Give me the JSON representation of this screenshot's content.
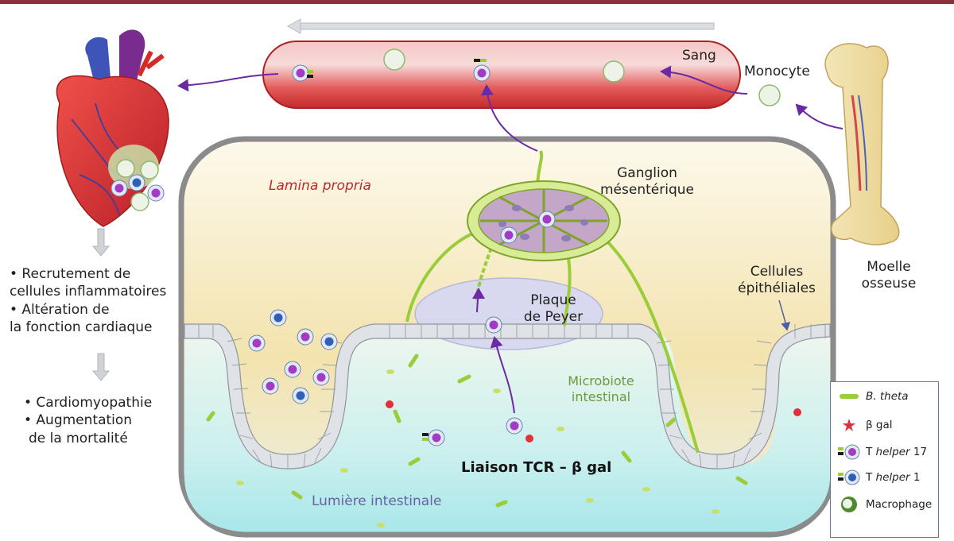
{
  "labels": {
    "sang": "Sang",
    "monocyte": "Monocyte",
    "ganglion_1": "Ganglion",
    "ganglion_2": "mésentérique",
    "lamina_propria": "Lamina propria",
    "moelle_1": "Moelle",
    "moelle_2": "osseuse",
    "cellules_1": "Cellules",
    "cellules_2": "épithéliales",
    "plaque_1": "Plaque",
    "plaque_2": "de Peyer",
    "microbiote_1": "Microbiote",
    "microbiote_2": "intestinal",
    "liaison": "Liaison TCR – β gal",
    "lumiere": "Lumière intestinale"
  },
  "heart_effects": [
    "• Recrutement de",
    "cellules inflammatoires",
    "• Altération de",
    "la fonction cardiaque"
  ],
  "outcomes": [
    "• Cardiomyopathie",
    "• Augmentation",
    "de la mortalité"
  ],
  "legend": [
    {
      "icon": "bacteria-icon",
      "prefix": "",
      "italic": "B. theta",
      "suffix": ""
    },
    {
      "icon": "beta-gal-icon",
      "prefix": "β gal",
      "italic": "",
      "suffix": ""
    },
    {
      "icon": "th17-cell-icon",
      "prefix": "T ",
      "italic": "helper",
      "suffix": " 17"
    },
    {
      "icon": "th1-cell-icon",
      "prefix": "T ",
      "italic": "helper",
      "suffix": " 1"
    },
    {
      "icon": "macrophage-icon",
      "prefix": "Macrophage",
      "italic": "",
      "suffix": ""
    }
  ],
  "colors": {
    "accent_bar": "#8a2f3c",
    "vessel_red": "#d93a3a",
    "purple_arrow": "#6a2aa3",
    "th17_core": "#a23cc4",
    "th1_core": "#2f5fb8",
    "epithelium": "#cfd3d8",
    "bacteria": "#9acd3a",
    "lamina_fill": "#f4e7b5",
    "lumen_fill": "#c9eef0"
  }
}
